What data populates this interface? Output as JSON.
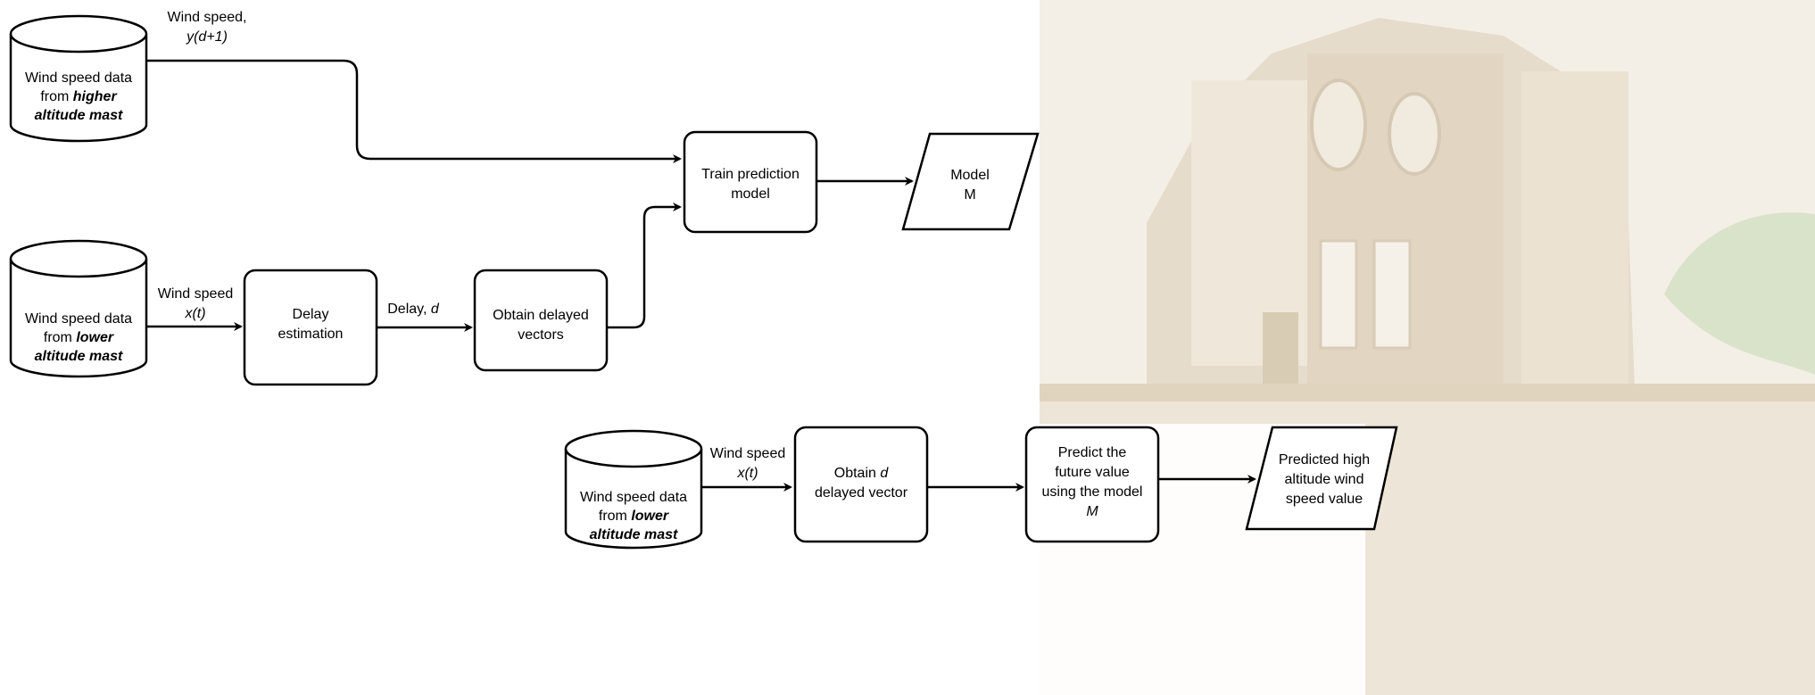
{
  "training": {
    "higher_mast": {
      "line1": "Wind speed data",
      "line2": "from ",
      "line2_em": "higher",
      "line3": "altitude mast"
    },
    "higher_label": {
      "line1": "Wind speed,",
      "line2": "y(d+1)"
    },
    "lower_mast": {
      "line1": "Wind speed data",
      "line2": "from ",
      "line2_em": "lower",
      "line3": "altitude mast"
    },
    "lower_label": {
      "line1": "Wind speed",
      "line2": "x(t)"
    },
    "delay_estimation": {
      "line1": "Delay",
      "line2": "estimation"
    },
    "delay_label": {
      "prefix": "Delay, ",
      "var": "d"
    },
    "obtain_delayed": {
      "line1": "Obtain delayed",
      "line2": "vectors"
    },
    "train_model": {
      "line1": "Train prediction",
      "line2": "model"
    },
    "model_output": {
      "line1": "Model",
      "line2": "M"
    }
  },
  "prediction": {
    "lower_mast": {
      "line1": "Wind speed data",
      "line2": "from ",
      "line2_em": "lower",
      "line3": "altitude mast"
    },
    "lower_label": {
      "line1": "Wind speed",
      "line2": "x(t)"
    },
    "obtain_d": {
      "line1_prefix": "Obtain ",
      "line1_var": "d",
      "line2": "delayed vector"
    },
    "predict": {
      "line1": "Predict the",
      "line2": "future value",
      "line3": "using the model",
      "line4": "M"
    },
    "output": {
      "line1": "Predicted high",
      "line2": "altitude wind",
      "line3": "speed value"
    }
  },
  "colors": {
    "stroke": "#000000",
    "background_building": "#e8dfcf"
  }
}
